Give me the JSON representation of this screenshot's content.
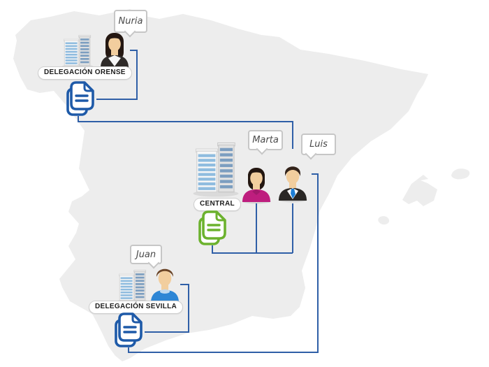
{
  "colors": {
    "map-fill": "#EDEDED",
    "connector": "#2F5FA7",
    "doc-blue": "#1E5AA8",
    "doc-green": "#6CB22E",
    "bubble-border": "#C6C6C6",
    "bubble-text": "#4A4A4A",
    "pill-border": "#CFCFCF",
    "pill-text": "#1D1D1D",
    "skin": "#F2CE9E",
    "hair-dark": "#241711",
    "hair-brown": "#6B4527",
    "suit": "#2A2725",
    "jacket": "#2F2B29",
    "top-magenta": "#BE1E7E",
    "shirt-blue": "#2E86D5",
    "tie-blue": "#1E7FD6",
    "window-blue": "#8FBCDF",
    "window-navy": "#7C9EC0"
  },
  "sites": {
    "orense": {
      "label": "DELEGACIÓN ORENSE",
      "person": "Nuria"
    },
    "central": {
      "label": "CENTRAL",
      "person_left": "Marta",
      "person_right": "Luis"
    },
    "sevilla": {
      "label": "DELEGACIÓN SEVILLA",
      "person": "Juan"
    }
  },
  "icons": {
    "building": "office-building",
    "document": "document-stack",
    "bubble": "speech-bubble"
  }
}
